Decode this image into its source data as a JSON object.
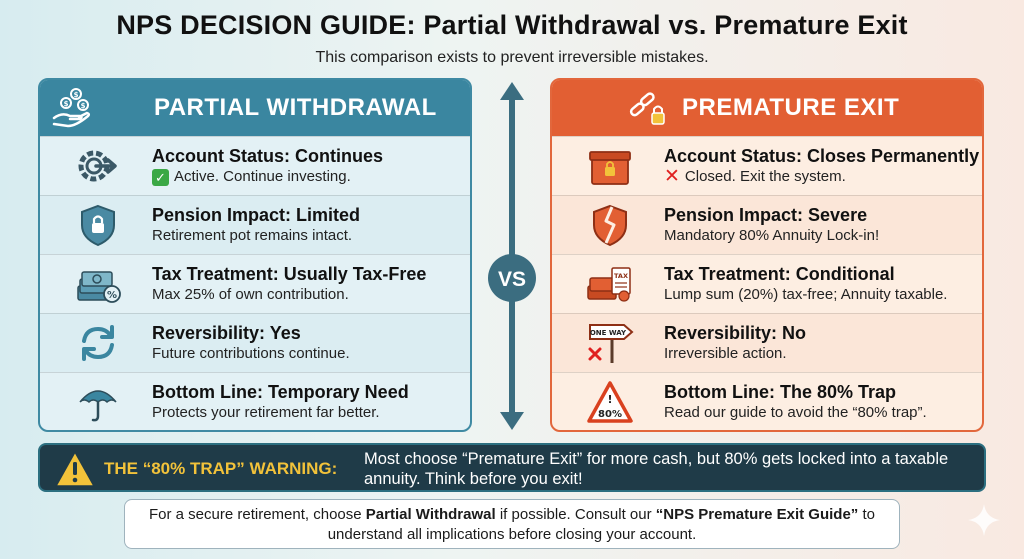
{
  "header": {
    "title": "NPS DECISION GUIDE: Partial Withdrawal vs. Premature Exit",
    "subtitle": "This comparison exists to prevent irreversible mistakes."
  },
  "colors": {
    "teal": "#3a86a0",
    "orange": "#e25f33",
    "dark": "#1f3b48",
    "gold": "#f2c23a"
  },
  "left": {
    "title": "PARTIAL WITHDRAWAL",
    "header_icon": "money-hand-icon",
    "rows": [
      {
        "title": "Account Status: Continues",
        "desc": "Active. Continue investing.",
        "icon": "gear-arrow-icon"
      },
      {
        "title": "Pension Impact: Limited",
        "desc": "Retirement pot remains intact.",
        "icon": "shield-lock-icon"
      },
      {
        "title": "Tax Treatment: Usually Tax-Free",
        "desc": "Max 25% of own contribution.",
        "icon": "cash-stack-icon"
      },
      {
        "title": "Reversibility: Yes",
        "desc": "Future contributions continue.",
        "icon": "refresh-icon"
      },
      {
        "title": "Bottom Line: Temporary Need",
        "desc": "Protects your retirement far better.",
        "icon": "umbrella-icon"
      }
    ]
  },
  "divider": {
    "label": "VS"
  },
  "right": {
    "title": "PREMATURE EXIT",
    "header_icon": "broken-chain-lock-icon",
    "rows": [
      {
        "title": "Account Status: Closes Permanently",
        "desc": "Closed. Exit the system.",
        "icon": "locked-box-icon"
      },
      {
        "title": "Pension Impact: Severe",
        "desc": "Mandatory 80% Annuity Lock-in!",
        "icon": "broken-shield-icon"
      },
      {
        "title": "Tax Treatment: Conditional",
        "desc": "Lump sum (20%) tax-free; Annuity taxable.",
        "icon": "tax-document-icon"
      },
      {
        "title": "Reversibility: No",
        "desc": "Irreversible action.",
        "icon": "one-way-sign-icon",
        "sign_text": "ONE WAY"
      },
      {
        "title": "Bottom Line: The 80% Trap",
        "desc": "Read our guide to avoid the “80% trap”.",
        "icon": "warning-80-icon",
        "badge_text": "80%"
      }
    ]
  },
  "warning": {
    "label": "THE “80% TRAP” WARNING:",
    "text": "Most choose “Premature Exit” for more cash, but 80% gets locked into a taxable annuity. Think before you exit!"
  },
  "footer": {
    "part1": "For a secure retirement, choose ",
    "bold1": "Partial Withdrawal",
    "part2": " if possible. Consult our ",
    "bold2": "“NPS Premature Exit Guide”",
    "part3": " to understand all implications before closing your account."
  }
}
